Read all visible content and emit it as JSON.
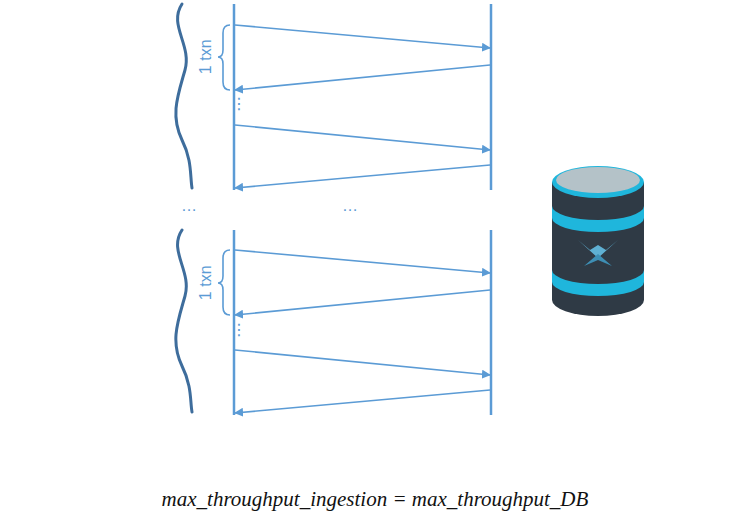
{
  "diagram": {
    "labels": [
      "1 txn",
      "⋮",
      "…",
      "…",
      "1 txn",
      "⋮",
      "max_throughput_ingestion = max_throughput_DB"
    ]
  }
}
